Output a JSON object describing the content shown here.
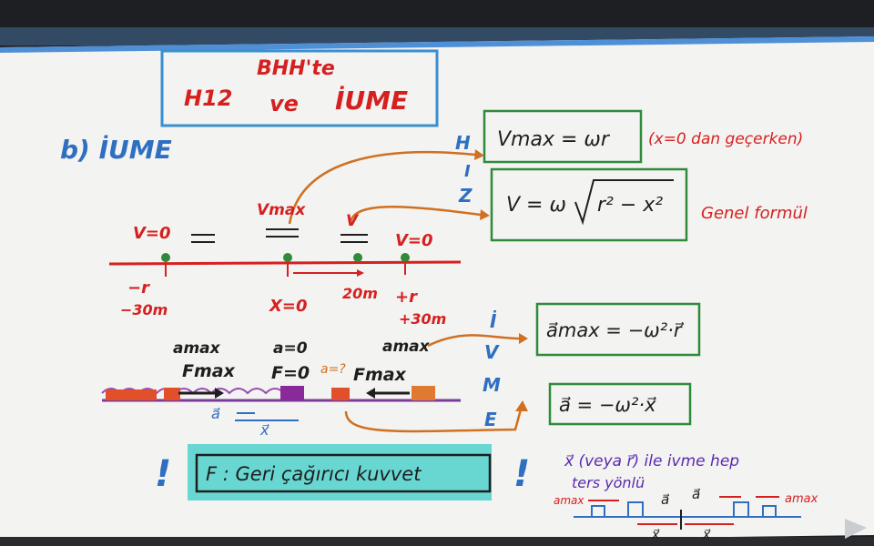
{
  "title": {
    "line1": "BHH'te",
    "line2a": "H12",
    "line2b": "ve",
    "line2c": "İUME"
  },
  "section": {
    "label": "b) İUME"
  },
  "velocity": {
    "max_formula": "Vmax = ωr",
    "max_note": "(x=0 dan geçerken)",
    "general_formula_lhs": "V = ω",
    "general_formula_rad": "r² − x²",
    "general_note": "Genel formül",
    "side_letters": [
      "H",
      "I",
      "Z"
    ]
  },
  "motion": {
    "v0_left": "V=0",
    "vmax_label": "Vmax",
    "v_label": "V",
    "v0_right": "V=0",
    "neg_r": "−r",
    "neg_r_val": "−30m",
    "x0": "X=0",
    "dist": "20m",
    "pos_r": "+r",
    "pos_r_val": "+30m"
  },
  "forces": {
    "amax_left": "amax",
    "a0": "a=0",
    "amax_right": "amax",
    "fmax_left": "Fmax",
    "f0": "F=0",
    "q": "a=?",
    "fmax_right": "Fmax",
    "a_vec": "a⃗",
    "x_vec": "x⃗"
  },
  "acceleration": {
    "side_letters": [
      "İ",
      "V",
      "M",
      "E"
    ],
    "max_formula": "a⃗max = −ω²·r⃗",
    "general_formula": "a⃗ = −ω²·x⃗"
  },
  "restoring": {
    "exclam": "!",
    "text": "F : Geri çağırıcı kuvvet"
  },
  "note": {
    "line1": "x⃗ (veya r⃗) ile ivme hep",
    "line2": "ters yönlü",
    "amax_left": "amax",
    "a_left": "a⃗",
    "a_right": "a⃗",
    "amax_right": "amax",
    "x_left": "x⃗",
    "x_right": "x⃗"
  }
}
